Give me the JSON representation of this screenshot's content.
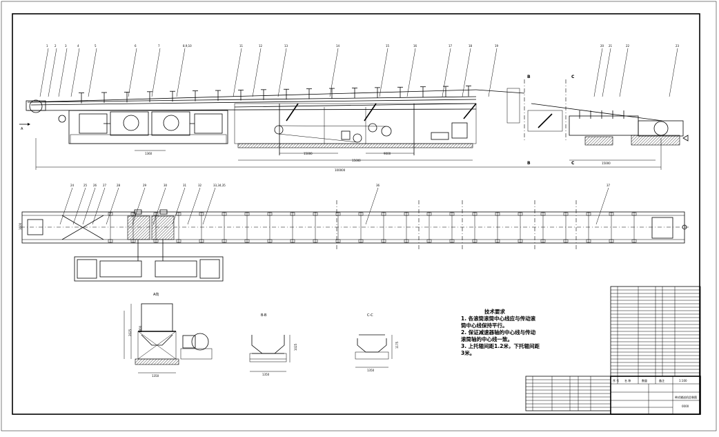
{
  "overall_length": "100000",
  "section_labels": {
    "view_a": "A",
    "a_section": "A向",
    "b": "B",
    "c": "C",
    "b_section": "B-B",
    "c_section": "C-C"
  },
  "dims_top": [
    "1360",
    "15000",
    "9000",
    "15000"
  ],
  "dims_plan_side": "1600",
  "dims_a": {
    "width": "1350",
    "h1": "1800",
    "h2": "2025"
  },
  "dims_b": {
    "width": "1350",
    "h1": "1025"
  },
  "dims_c": {
    "width": "1350",
    "h1": "1175"
  },
  "balloons_top": [
    "1",
    "2",
    "3",
    "4",
    "5",
    "6",
    "7",
    "8,9,10",
    "11",
    "12",
    "13",
    "14",
    "15",
    "16",
    "17",
    "18",
    "19",
    "20",
    "21",
    "22",
    "23"
  ],
  "balloons_plan": [
    "24",
    "25",
    "26",
    "27",
    "28",
    "29",
    "30",
    "31",
    "32",
    "33,34,35",
    "36",
    "37"
  ],
  "tech_req": {
    "title": "技术要求",
    "lines": [
      "1. 各滚筒滚筒中心线应与传动滚",
      "筒中心线保持平行。",
      "2. 保证减速器轴的中心线与传动",
      "滚筒轴的中心线一致。",
      "3. 上托辊间距1.2米，下托辊间距",
      "3米。"
    ]
  },
  "title_block": {
    "headers": [
      "序 号",
      "名 称",
      "数量",
      "备注"
    ],
    "scale": "1:100",
    "drawing_title": "带式输送机总装图",
    "drawing_no": "0000"
  }
}
